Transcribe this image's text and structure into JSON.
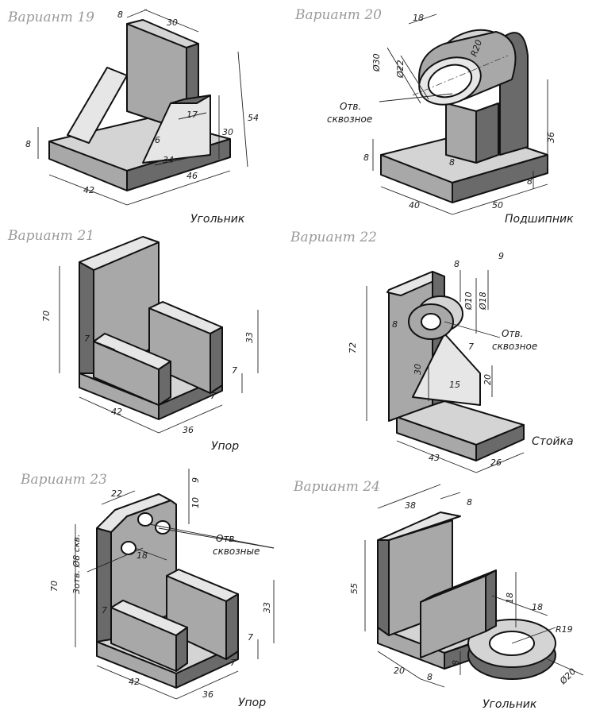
{
  "variants": [
    {
      "title": "Вариант 19",
      "caption": "Угольник",
      "dims": [
        "8",
        "30",
        "54",
        "30",
        "17",
        "6",
        "34",
        "46",
        "42",
        "8"
      ]
    },
    {
      "title": "Вариант 20",
      "caption": "Подшипник",
      "dims": [
        "18",
        "Ø30",
        "Ø22",
        "R20",
        "36",
        "8",
        "8",
        "50",
        "40",
        "8"
      ],
      "note": [
        "Отв.",
        "сквозное"
      ]
    },
    {
      "title": "Вариант 21",
      "caption": "Упор",
      "dims": [
        "70",
        "7",
        "33",
        "7",
        "7",
        "42",
        "36"
      ]
    },
    {
      "title": "Вариант 22",
      "caption": "Стойка",
      "dims": [
        "8",
        "9",
        "Ø10",
        "Ø18",
        "8",
        "72",
        "7",
        "30",
        "20",
        "15",
        "43",
        "26"
      ],
      "note": [
        "Отв.",
        "сквозное"
      ]
    },
    {
      "title": "Вариант 23",
      "caption": "Упор",
      "dims": [
        "22",
        "9",
        "10",
        "3отв. Ø8 скв.",
        "70",
        "18",
        "7",
        "33",
        "7",
        "7",
        "42",
        "36"
      ],
      "note": [
        "Отв.",
        "сквозные"
      ]
    },
    {
      "title": "Вариант 24",
      "caption": "Угольник",
      "dims": [
        "38",
        "8",
        "55",
        "18",
        "18",
        "R19",
        "20",
        "8",
        "8",
        "Ø20"
      ]
    }
  ],
  "colors": {
    "ink": "#111111",
    "title_gray": "#9a9a9a",
    "shade_light": "#d4d4d4",
    "shade_mid": "#a8a8a8",
    "shade_dark": "#6a6a6a"
  }
}
